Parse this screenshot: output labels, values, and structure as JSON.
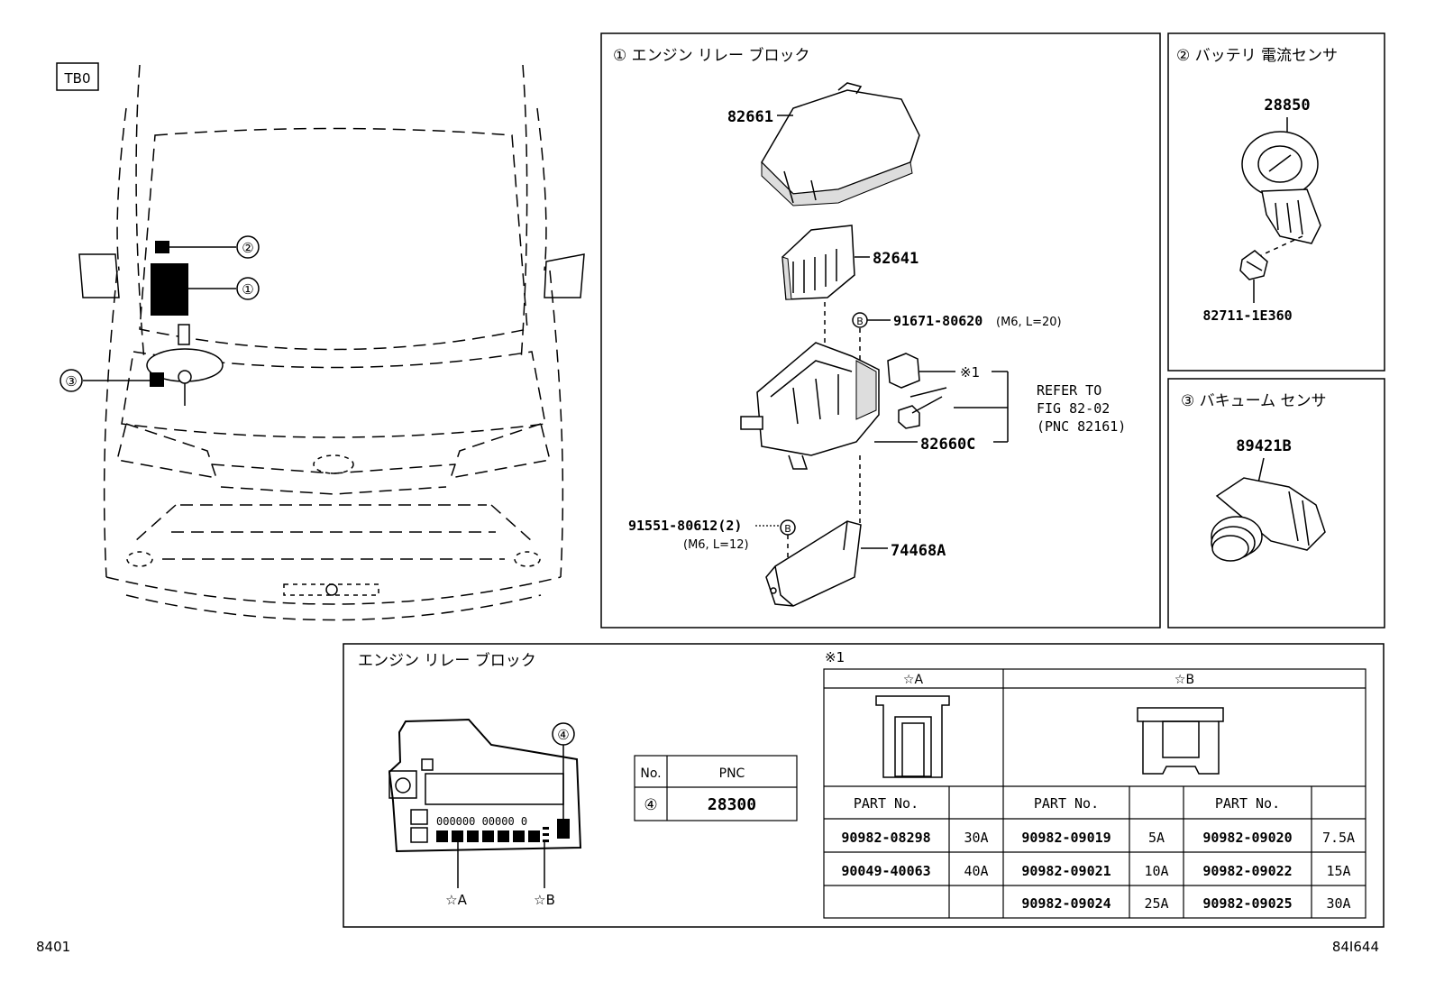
{
  "corner_label": "TB0",
  "footer": {
    "left": "8401",
    "right": "84I644"
  },
  "vehicle_callouts": [
    {
      "number": "②"
    },
    {
      "number": "①"
    },
    {
      "number": "③"
    }
  ],
  "panel1": {
    "title": "① エンジン リレー ブロック",
    "parts": {
      "cover": "82661",
      "block": "82641",
      "bolt_b": "91671-80620",
      "bolt_b_spec": "(M6, L=20)",
      "fuse_note": "※1",
      "box": "82660C",
      "nut": "91551-80612(2)",
      "nut_spec": "(M6, L=12)",
      "bracket": "74468A",
      "marker_b": "B"
    },
    "refer": [
      "REFER TO",
      "FIG 82-02",
      "(PNC 82161)"
    ]
  },
  "panel2": {
    "title": "② バッテリ 電流センサ",
    "parts": {
      "sensor": "28850",
      "clip": "82711-1E360"
    }
  },
  "panel3": {
    "title": "③ バキューム センサ",
    "parts": {
      "sensor": "89421B"
    }
  },
  "bottom": {
    "title": "エンジン リレー ブロック",
    "diagram": {
      "callout": "④",
      "fuse_row": "000000 00000 0",
      "label_a": "☆A",
      "label_b": "☆B"
    },
    "pnc_table": {
      "headers": [
        "No.",
        "PNC"
      ],
      "row": {
        "no": "④",
        "pnc": "28300"
      }
    },
    "fuse_table": {
      "note": "※1",
      "group_a": "☆A",
      "group_b": "☆B",
      "column_header": "PART No.",
      "rows": [
        [
          "90982-08298",
          "30A",
          "90982-09019",
          "5A",
          "90982-09020",
          "7.5A"
        ],
        [
          "90049-40063",
          "40A",
          "90982-09021",
          "10A",
          "90982-09022",
          "15A"
        ],
        [
          "",
          "",
          "90982-09024",
          "25A",
          "90982-09025",
          "30A"
        ]
      ]
    }
  }
}
